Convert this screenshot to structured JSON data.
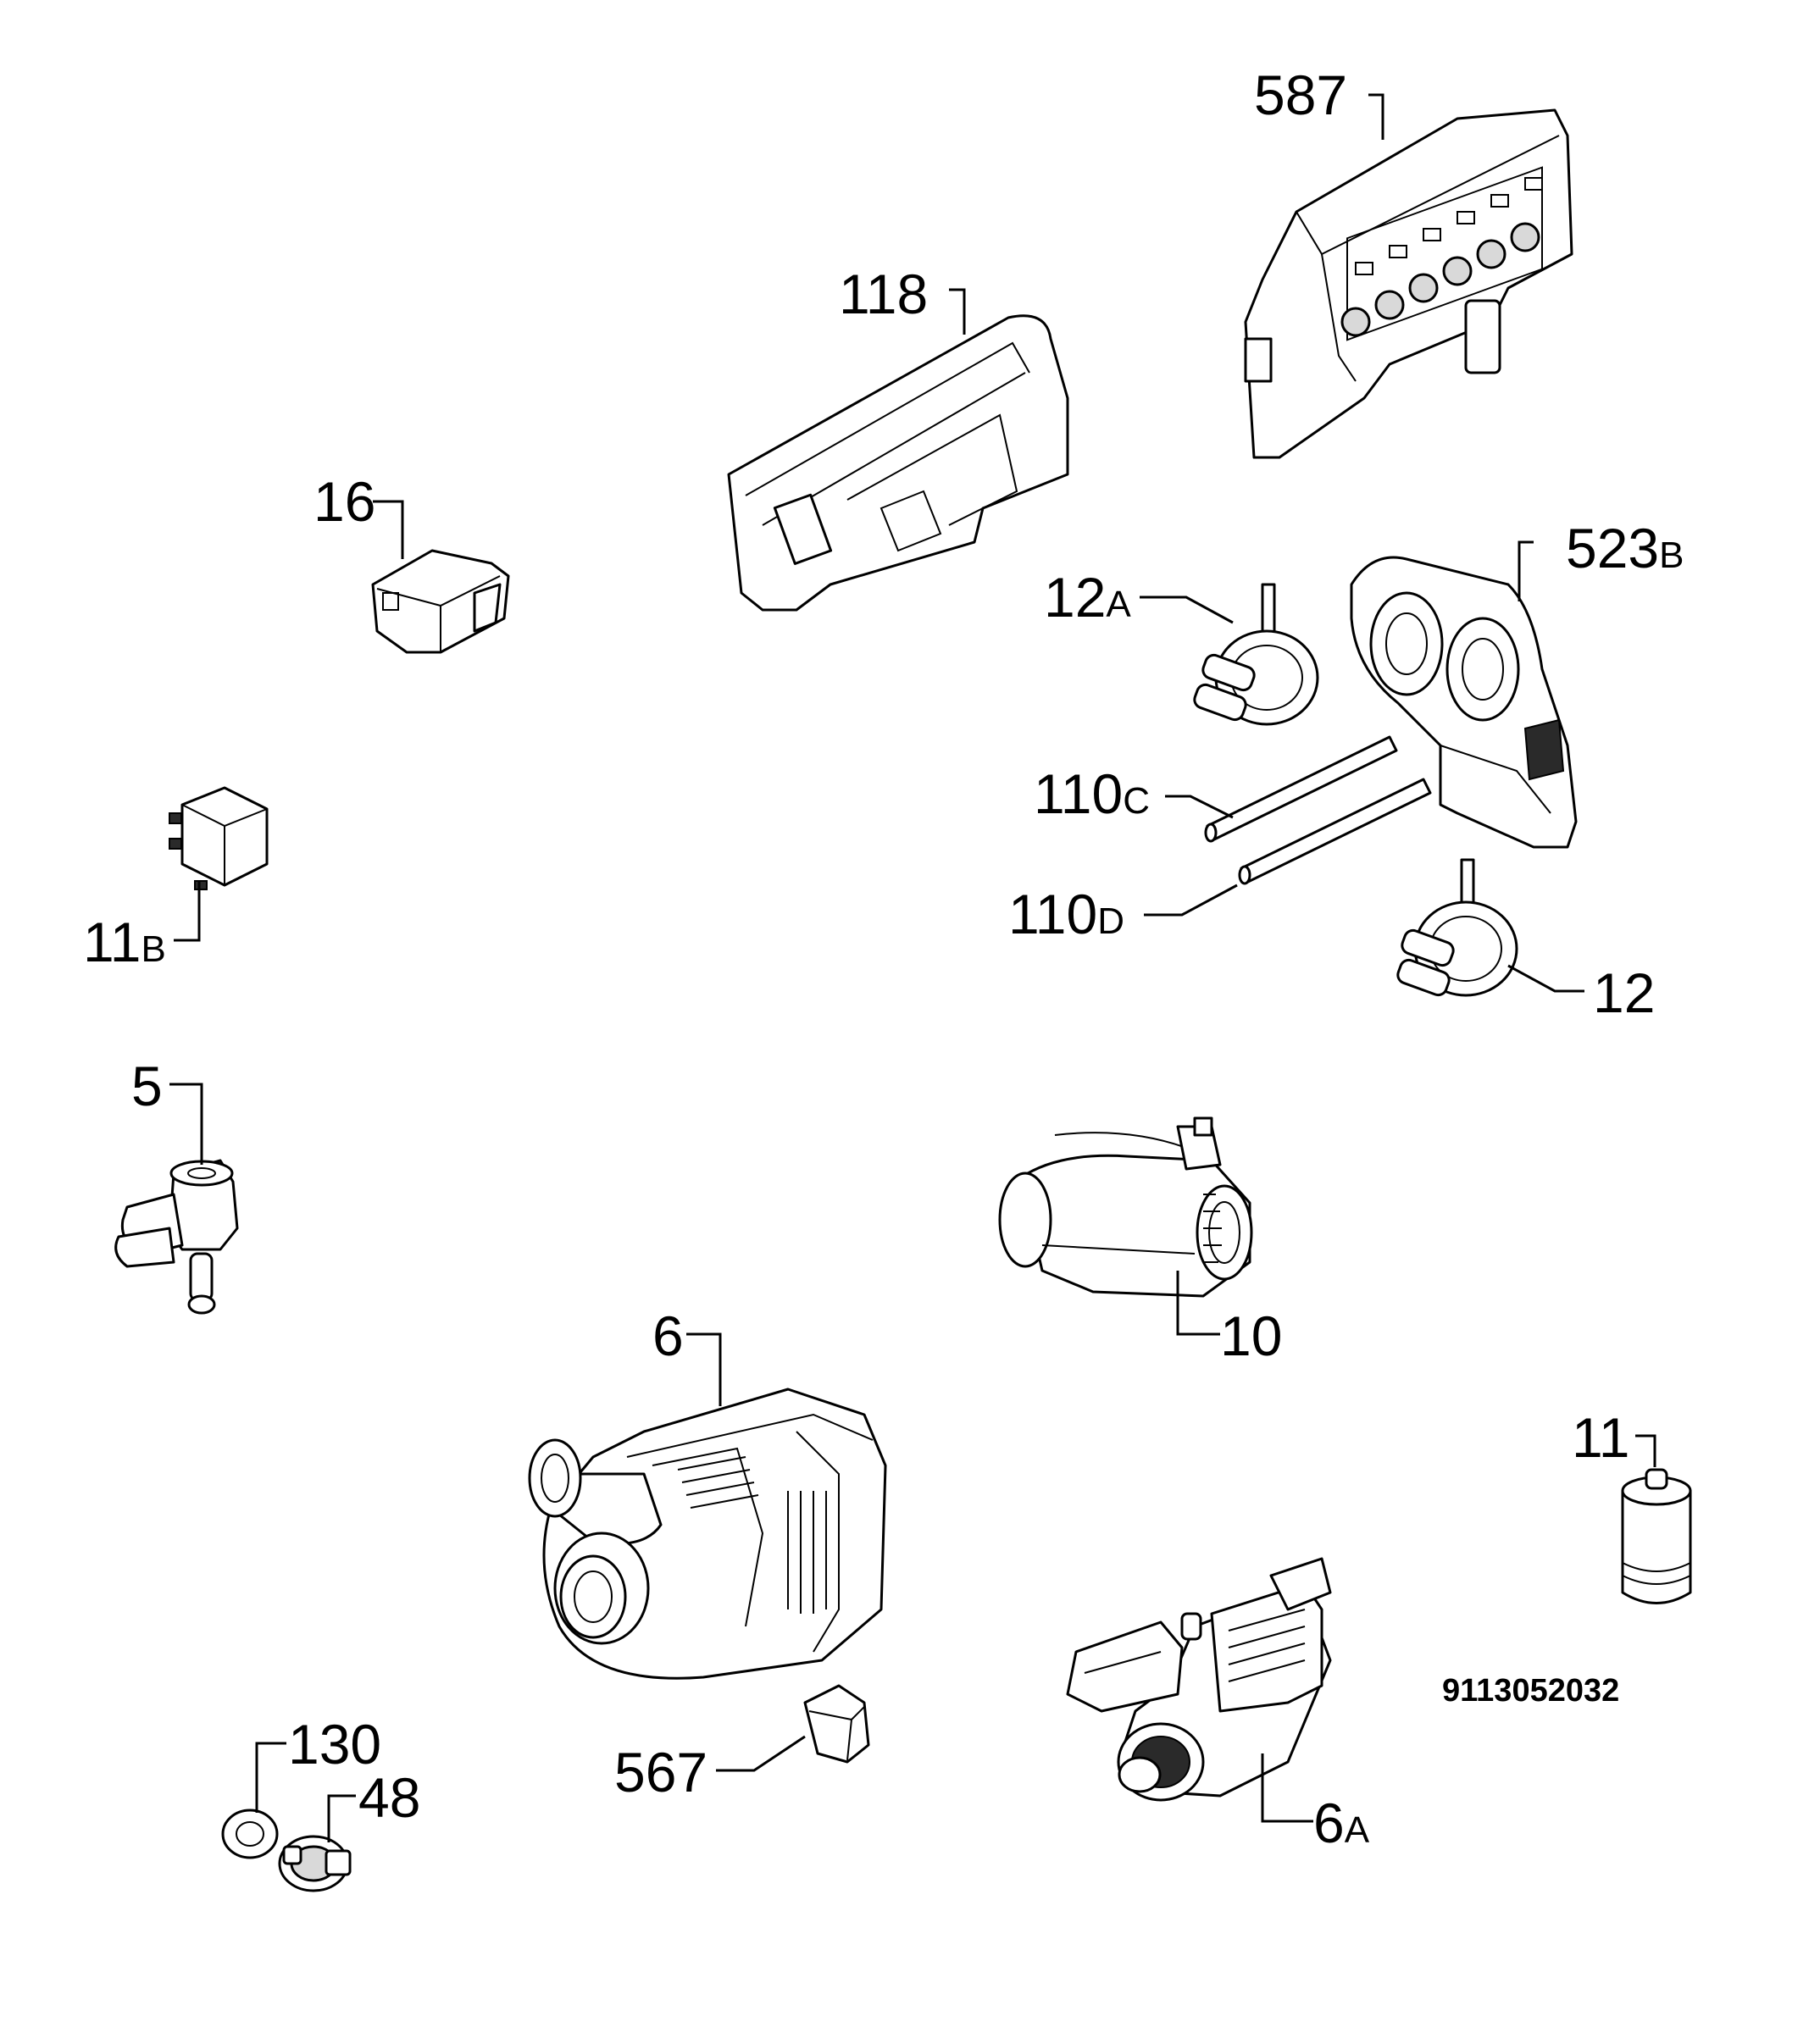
{
  "diagram": {
    "reference_number": "9113052032",
    "parts": [
      {
        "id": "587",
        "main": "587",
        "suffix": ""
      },
      {
        "id": "118",
        "main": "118",
        "suffix": ""
      },
      {
        "id": "16",
        "main": "16",
        "suffix": ""
      },
      {
        "id": "12A",
        "main": "12",
        "suffix": "A"
      },
      {
        "id": "523B",
        "main": "523",
        "suffix": "B"
      },
      {
        "id": "110C",
        "main": "110",
        "suffix": "C"
      },
      {
        "id": "110D",
        "main": "110",
        "suffix": "D"
      },
      {
        "id": "12",
        "main": "12",
        "suffix": ""
      },
      {
        "id": "11B",
        "main": "11",
        "suffix": "B"
      },
      {
        "id": "5",
        "main": "5",
        "suffix": ""
      },
      {
        "id": "10",
        "main": "10",
        "suffix": ""
      },
      {
        "id": "6",
        "main": "6",
        "suffix": ""
      },
      {
        "id": "11",
        "main": "11",
        "suffix": ""
      },
      {
        "id": "130",
        "main": "130",
        "suffix": ""
      },
      {
        "id": "48",
        "main": "48",
        "suffix": ""
      },
      {
        "id": "567",
        "main": "567",
        "suffix": ""
      },
      {
        "id": "6A",
        "main": "6",
        "suffix": "A"
      }
    ]
  }
}
